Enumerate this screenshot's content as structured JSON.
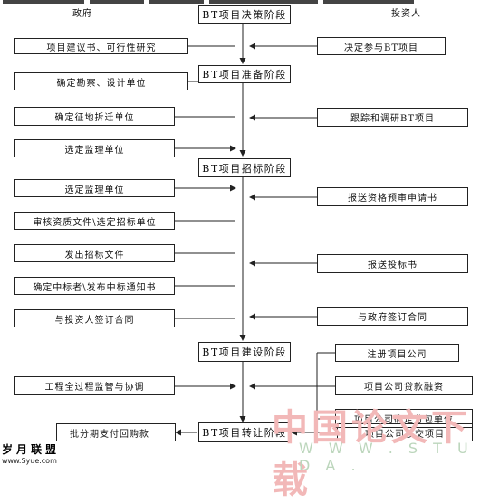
{
  "headers": {
    "government": "政府",
    "investor": "投资人"
  },
  "stages": [
    "BT项目决策阶段",
    "BT项目准备阶段",
    "BT项目招标阶段",
    "BT项目建设阶段",
    "BT项目转让阶段"
  ],
  "government_steps": [
    "项目建议书、可行性研究",
    "确定勘察、设计单位",
    "确定征地拆迁单位",
    "选定监理单位",
    "选定监理单位",
    "审核资质文件\\选定招标单位",
    "发出招标文件",
    "确定中标者\\发布中标通知书",
    "与投资人签订合同",
    "工程全过程监管与协调",
    "批分期支付回购款"
  ],
  "investor_steps": [
    "决定参与BT项目",
    "跟踪和调研BT项目",
    "报送资格预审申请书",
    "报送投标书",
    "与政府签订合同",
    "注册项目公司",
    "项目公司贷款融资",
    "项目公司确定分包单位",
    "项目公司移交项目"
  ],
  "watermarks": {
    "site_cn": "中国论文下载",
    "site_url": "W W W . S T U D A .",
    "logo": "岁月联盟",
    "logo_url": "www.Syue.com"
  },
  "colors": {
    "line": "#222222",
    "watermark_red": "#f2b8b8",
    "watermark_green": "#bcd6bc"
  }
}
